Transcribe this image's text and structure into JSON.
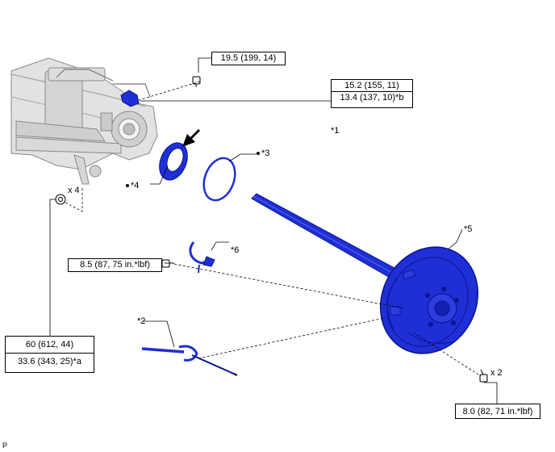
{
  "torque_specs": {
    "top_bolt": "19.5 (199, 14)",
    "flange_a": "15.2 (155, 11)",
    "flange_b": "13.4 (137, 10)*b",
    "brake_bolt": "8.5 (87, 75 in.*lbf)",
    "nut_a": "60 (612, 44)",
    "nut_b": "33.6 (343, 25)*a",
    "bottom_bolt": "8.0 (82, 71 in.*lbf)"
  },
  "callouts": {
    "c1": "*1",
    "c2": "*2",
    "c3": "*3",
    "c4": "*4",
    "c5": "*5",
    "c6": "*6"
  },
  "quantities": {
    "nuts": "x 4",
    "bolts": "x 2"
  },
  "footer": {
    "letter": "P"
  },
  "colors": {
    "part_blue": "#1f2fd6",
    "part_dark": "#0b1590",
    "housing_gray": "#d6d6d6",
    "line": "#000000"
  }
}
